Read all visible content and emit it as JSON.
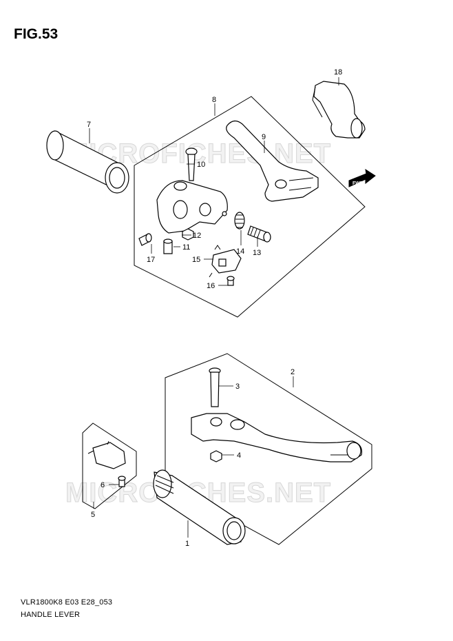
{
  "figure": {
    "title": "FIG.53"
  },
  "watermark": {
    "text": "MICROFICHES.NET"
  },
  "fwd_marker": {
    "text": "FWD"
  },
  "callouts": {
    "c1": "1",
    "c2": "2",
    "c3": "3",
    "c4": "4",
    "c5": "5",
    "c6": "6",
    "c7": "7",
    "c8": "8",
    "c9": "9",
    "c10": "10",
    "c11": "11",
    "c12": "12",
    "c13": "13",
    "c14": "14",
    "c15": "15",
    "c16": "16",
    "c17": "17",
    "c18": "18"
  },
  "footer": {
    "code": "VLR1800K8 E03 E28_053",
    "name": "HANDLE LEVER"
  }
}
